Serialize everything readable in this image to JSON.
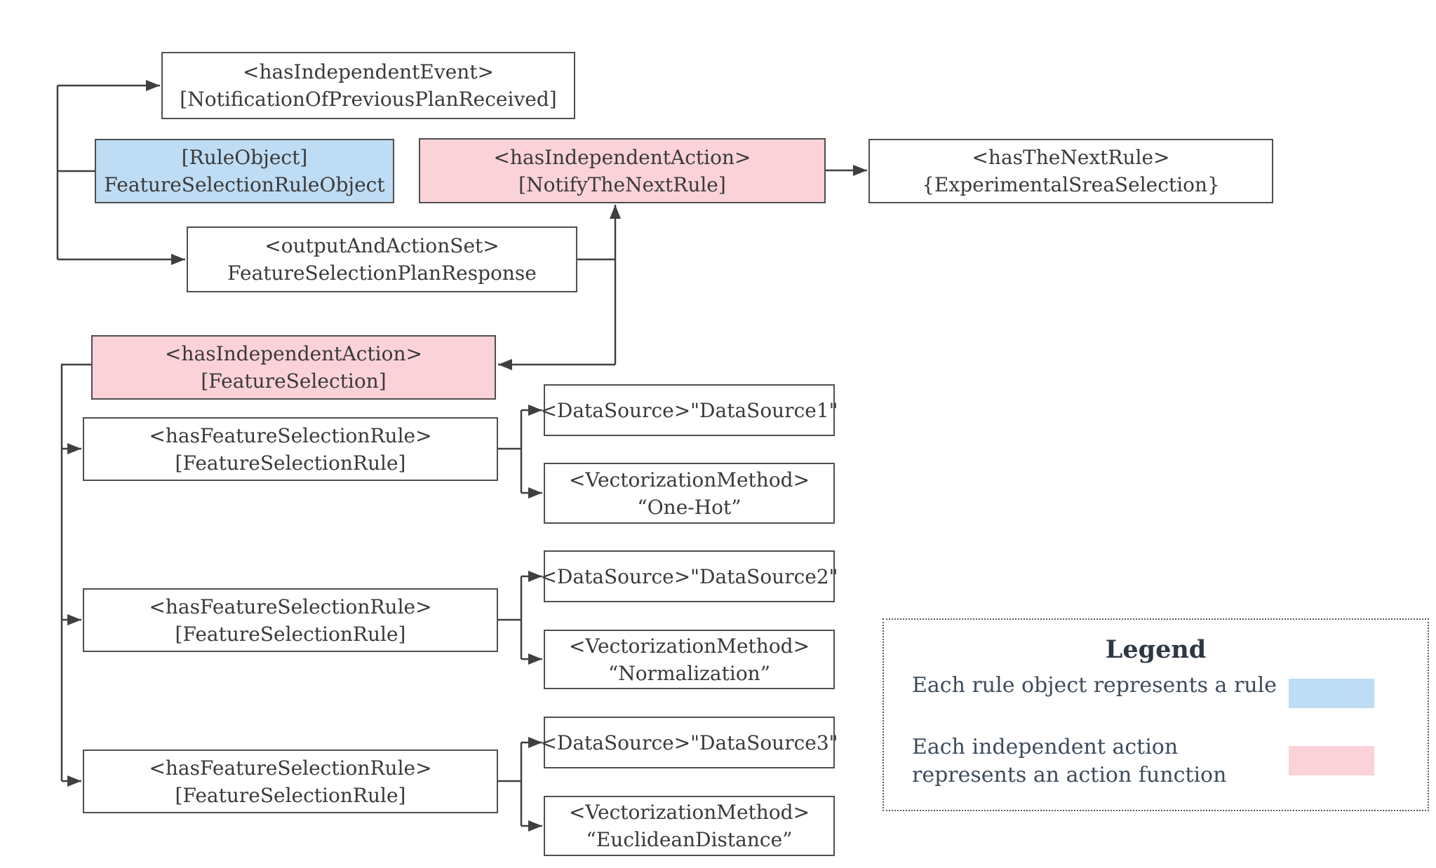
{
  "colors": {
    "rule_fill": "#bedcf4",
    "action_fill": "#fad2d8",
    "box_border": "#4f4f4f",
    "wire": "#3f3f3f",
    "box_text": "#3a3a3a",
    "legend_text": "#3d4b5c"
  },
  "nodes": {
    "independent_event": {
      "line1": "<hasIndependentEvent>",
      "line2": "[NotificationOfPreviousPlanReceived]"
    },
    "rule_object": {
      "line1": "[RuleObject]",
      "line2": "FeatureSelectionRuleObject"
    },
    "notify_next_rule": {
      "line1": "<hasIndependentAction>",
      "line2": "[NotifyTheNextRule]"
    },
    "next_rule": {
      "line1": "<hasTheNextRule>",
      "line2": "{ExperimentalSreaSelection}"
    },
    "output_action_set": {
      "line1": "<outputAndActionSet>",
      "line2": "FeatureSelectionPlanResponse"
    },
    "feature_selection": {
      "line1": "<hasIndependentAction>",
      "line2": "[FeatureSelection]"
    },
    "fsr1": {
      "line1": "<hasFeatureSelectionRule>",
      "line2": "[FeatureSelectionRule]"
    },
    "fsr2": {
      "line1": "<hasFeatureSelectionRule>",
      "line2": "[FeatureSelectionRule]"
    },
    "fsr3": {
      "line1": "<hasFeatureSelectionRule>",
      "line2": "[FeatureSelectionRule]"
    },
    "datasource1": {
      "line1": "<DataSource>\"DataSource1\""
    },
    "vectorization1": {
      "line1": "<VectorizationMethod>",
      "line2": "“One-Hot”"
    },
    "datasource2": {
      "line1": "<DataSource>\"DataSource2\""
    },
    "vectorization2": {
      "line1": "<VectorizationMethod>",
      "line2": "“Normalization”"
    },
    "datasource3": {
      "line1": "<DataSource>\"DataSource3\""
    },
    "vectorization3": {
      "line1": "<VectorizationMethod>",
      "line2": "“EuclideanDistance”"
    }
  },
  "legend": {
    "title": "Legend",
    "items": [
      {
        "label": "Each rule object represents a rule",
        "swatch_color": "#bedcf4"
      },
      {
        "label_line1": "Each independent action",
        "label_line2": "represents an action function",
        "swatch_color": "#fad2d8"
      }
    ]
  }
}
